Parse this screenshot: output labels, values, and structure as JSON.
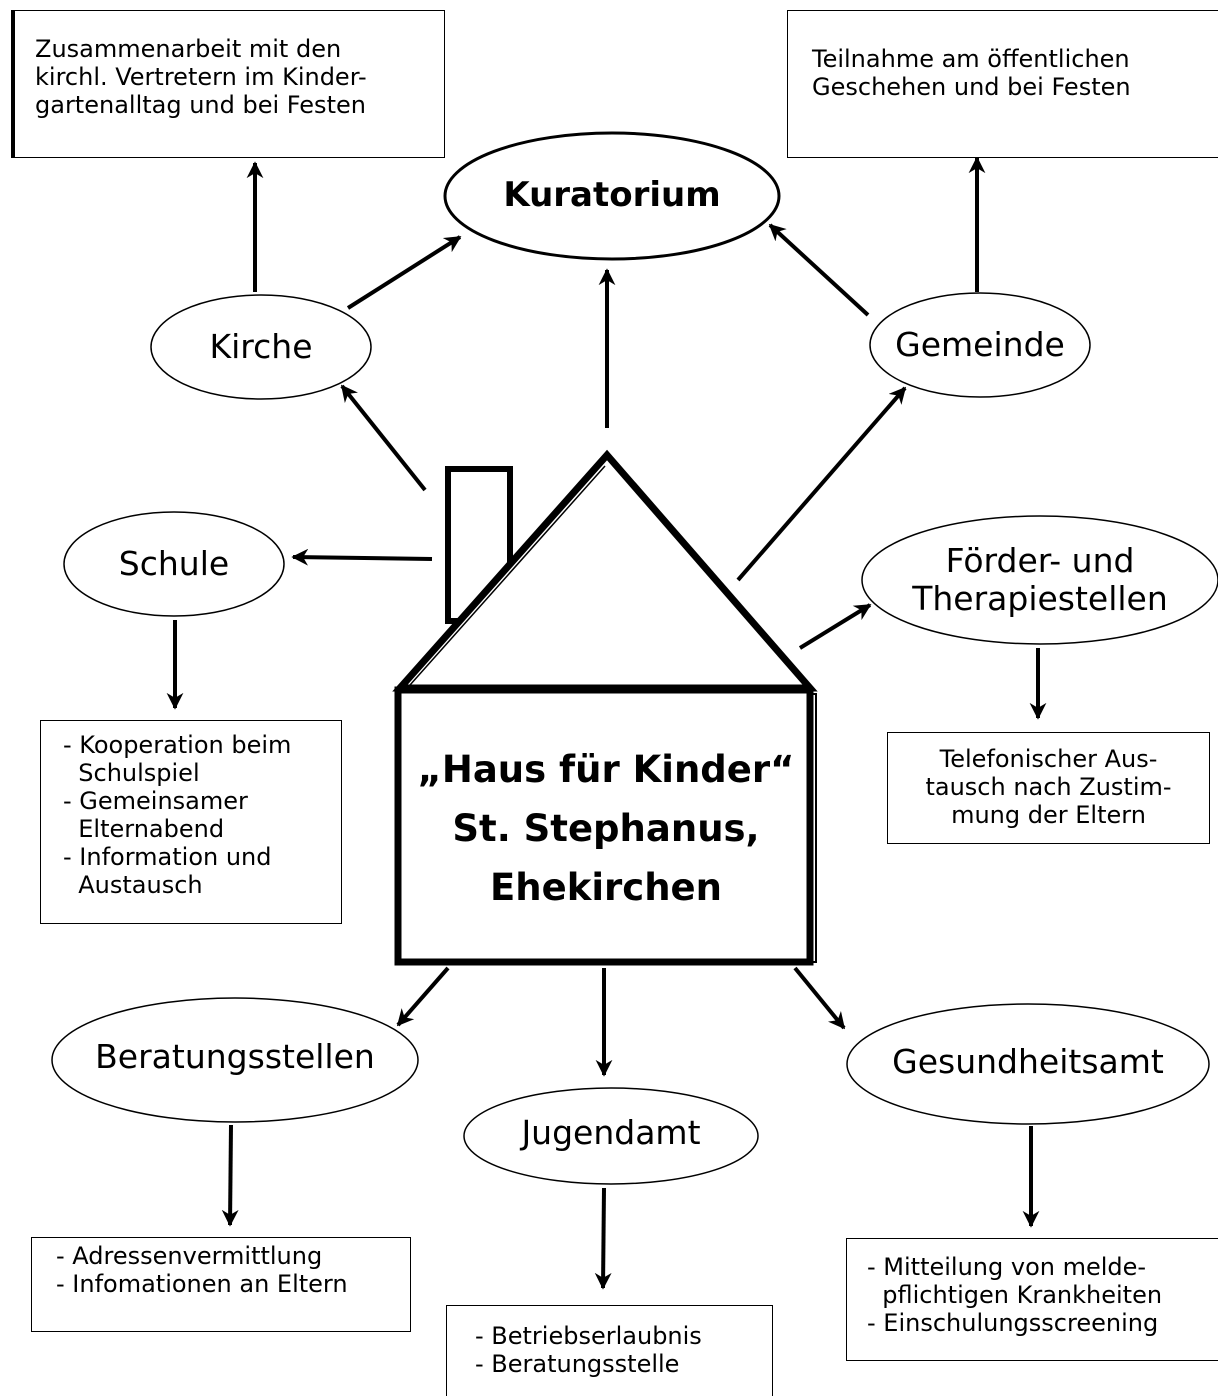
{
  "center": {
    "lines": [
      "„Haus für Kinder“",
      "St. Stephanus,",
      "Ehekirchen"
    ]
  },
  "nodes": {
    "kuratorium": "Kuratorium",
    "kirche": "Kirche",
    "gemeinde": "Gemeinde",
    "schule": "Schule",
    "foerder": [
      "Förder- und",
      "Therapiestellen"
    ],
    "beratungsstellen": "Beratungsstellen",
    "jugendamt": "Jugendamt",
    "gesundheitsamt": "Gesundheitsamt"
  },
  "boxes": {
    "kirche": [
      "Zusammenarbeit mit den",
      "kirchl. Vertretern im Kinder-",
      "gartenalltag und bei Festen"
    ],
    "gemeinde": [
      "Teilnahme am öffentlichen",
      "Geschehen und bei Festen"
    ],
    "schule": [
      "- Kooperation beim",
      "  Schulspiel",
      "- Gemeinsamer",
      "  Elternabend",
      "- Information und",
      "  Austausch"
    ],
    "foerder": [
      "Telefonischer Aus-",
      "tausch nach Zustim-",
      "mung der Eltern"
    ],
    "beratungsstellen": [
      "- Adressenvermittlung",
      "- Infomationen an Eltern"
    ],
    "jugendamt": [
      "- Betriebserlaubnis",
      "- Beratungsstelle"
    ],
    "gesundheitsamt": [
      "- Mitteilung von melde-",
      "  pflichtigen Krankheiten",
      "- Einschulungsscreening"
    ]
  }
}
